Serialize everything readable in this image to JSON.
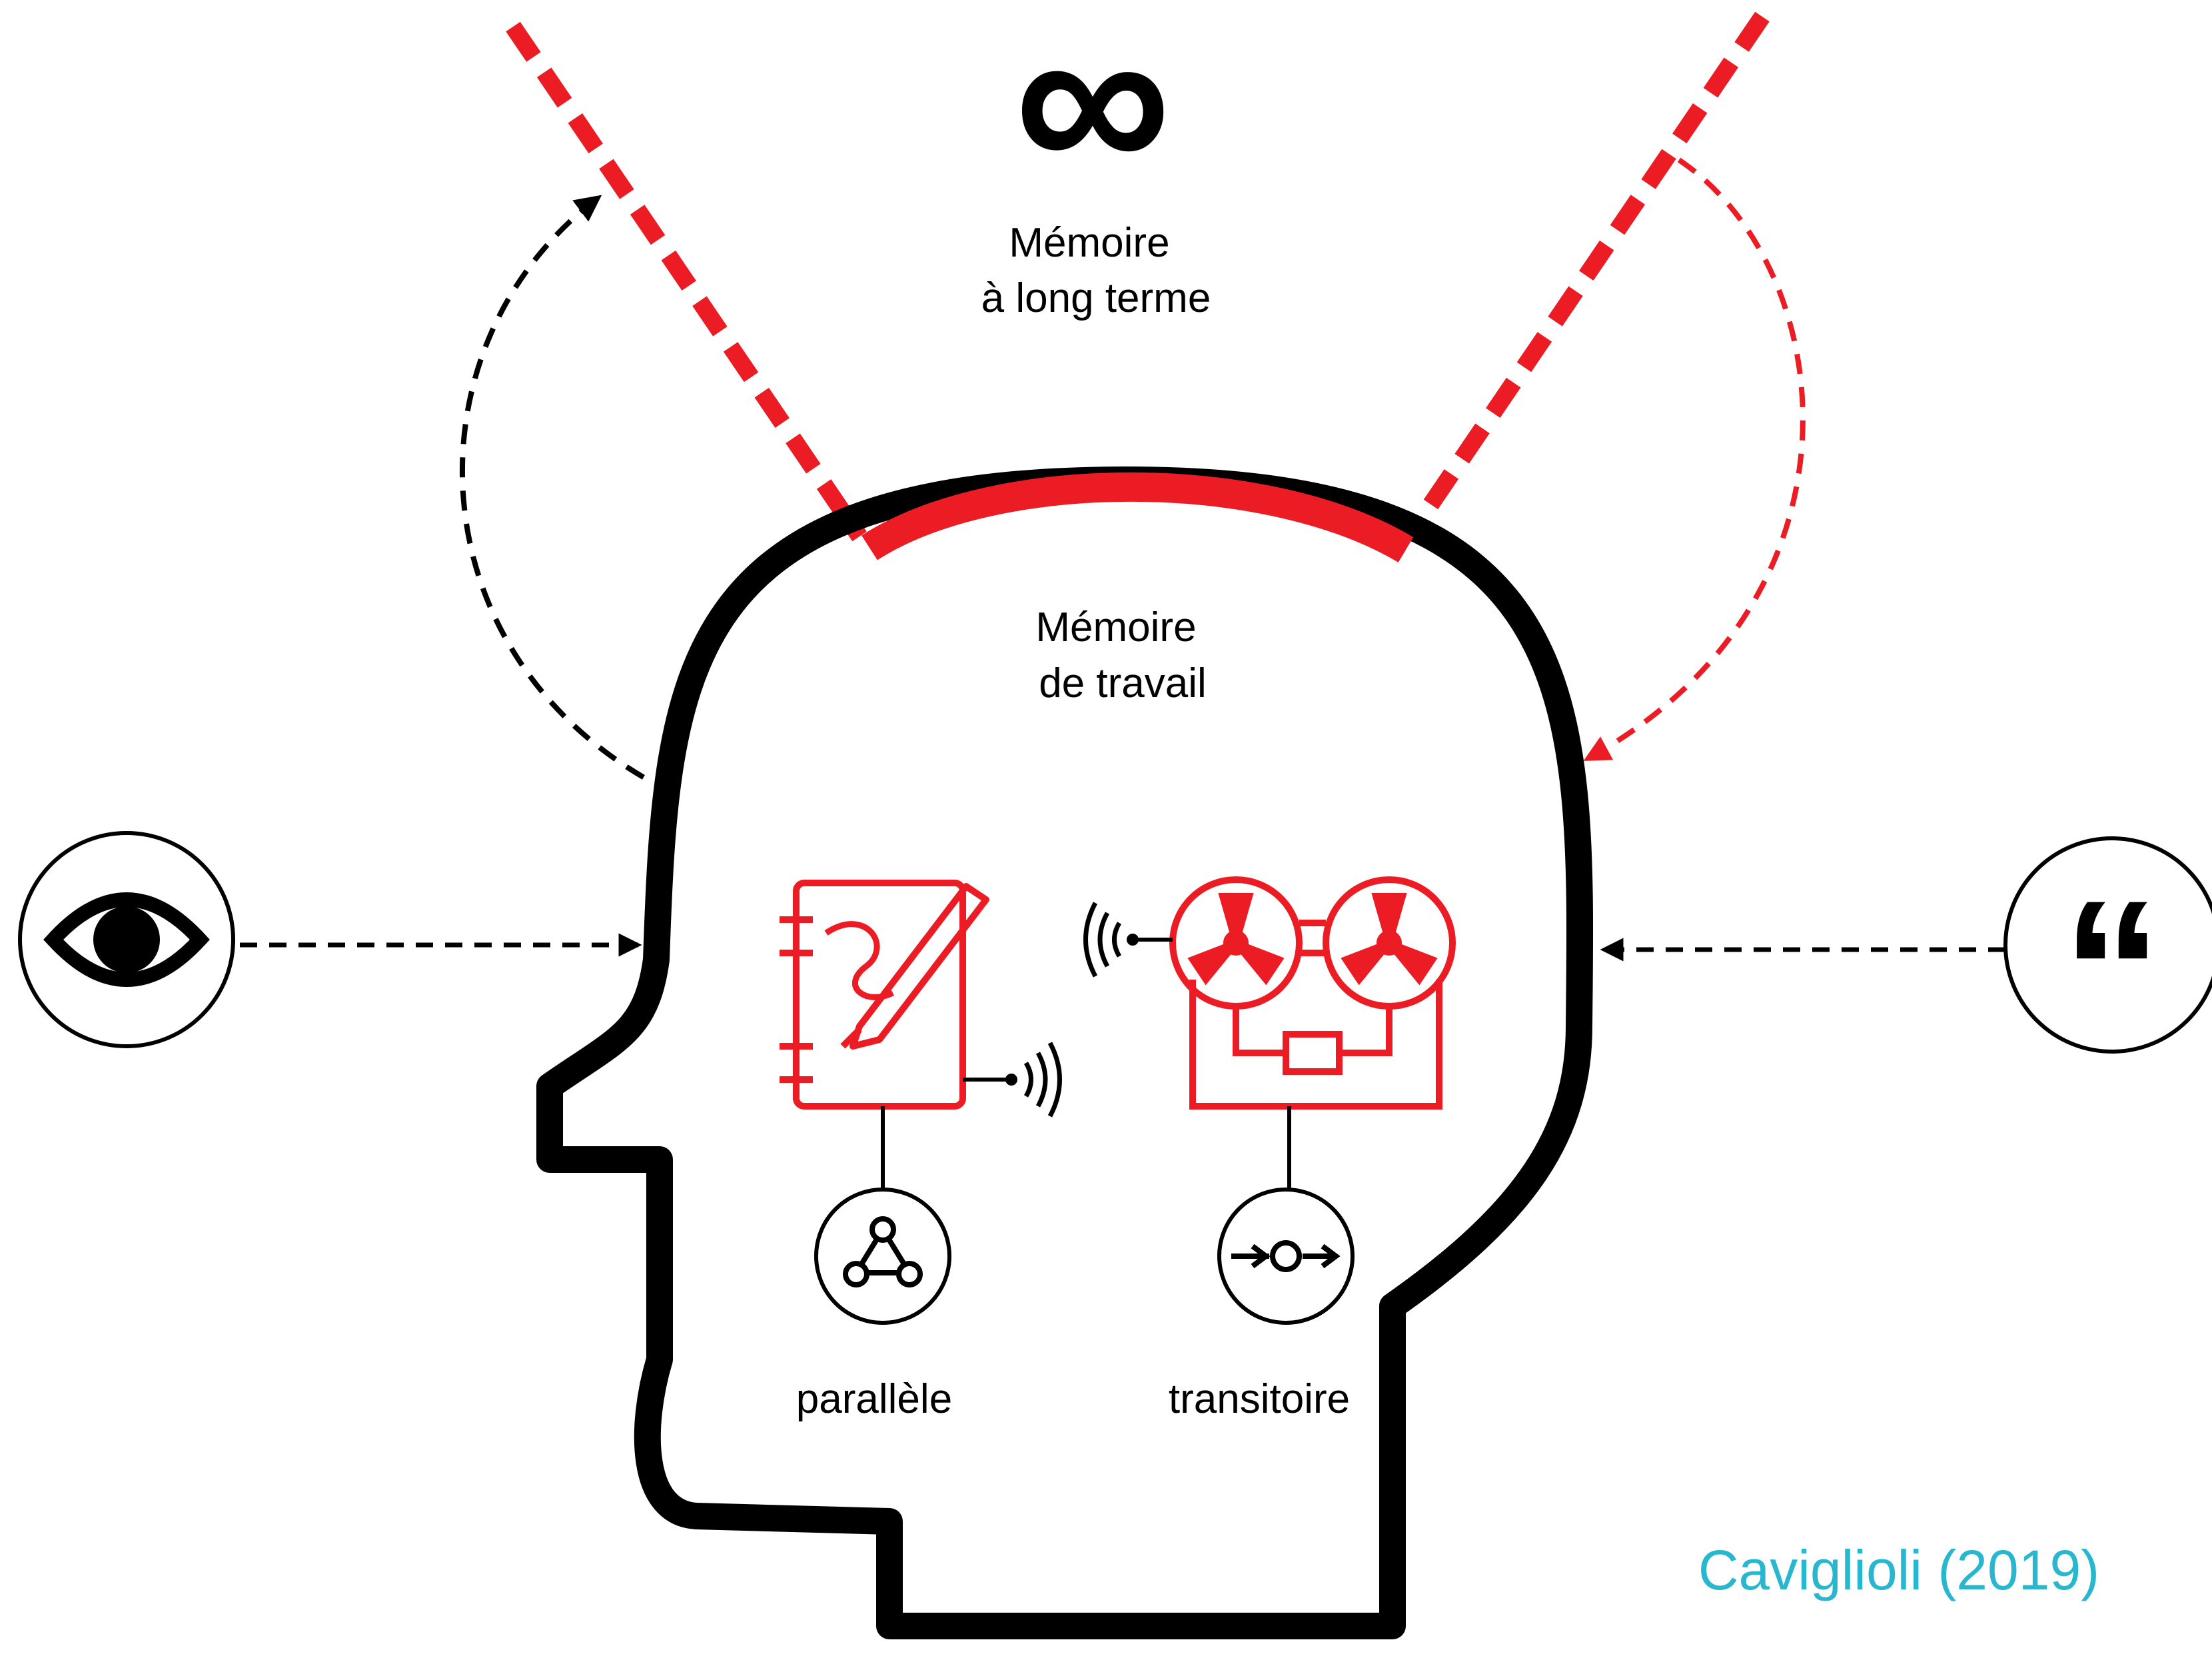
{
  "long_term_memory": {
    "symbol": "∞",
    "label_line1": "Mémoire",
    "label_line2": "à long terme"
  },
  "working_memory": {
    "label_line1": "Mémoire",
    "label_line2": "de travail"
  },
  "channels": {
    "visual": {
      "icon": "eye-icon",
      "caption": "parallèle"
    },
    "auditory": {
      "icon": "quote-marks-icon",
      "symbol": "“",
      "caption": "transitoire"
    }
  },
  "credit": "Caviglioli (2019)",
  "colors": {
    "accent_red": "#ec1c24",
    "ink": "#000000",
    "credit_cyan": "#29b6cf",
    "background": "#ffffff"
  }
}
